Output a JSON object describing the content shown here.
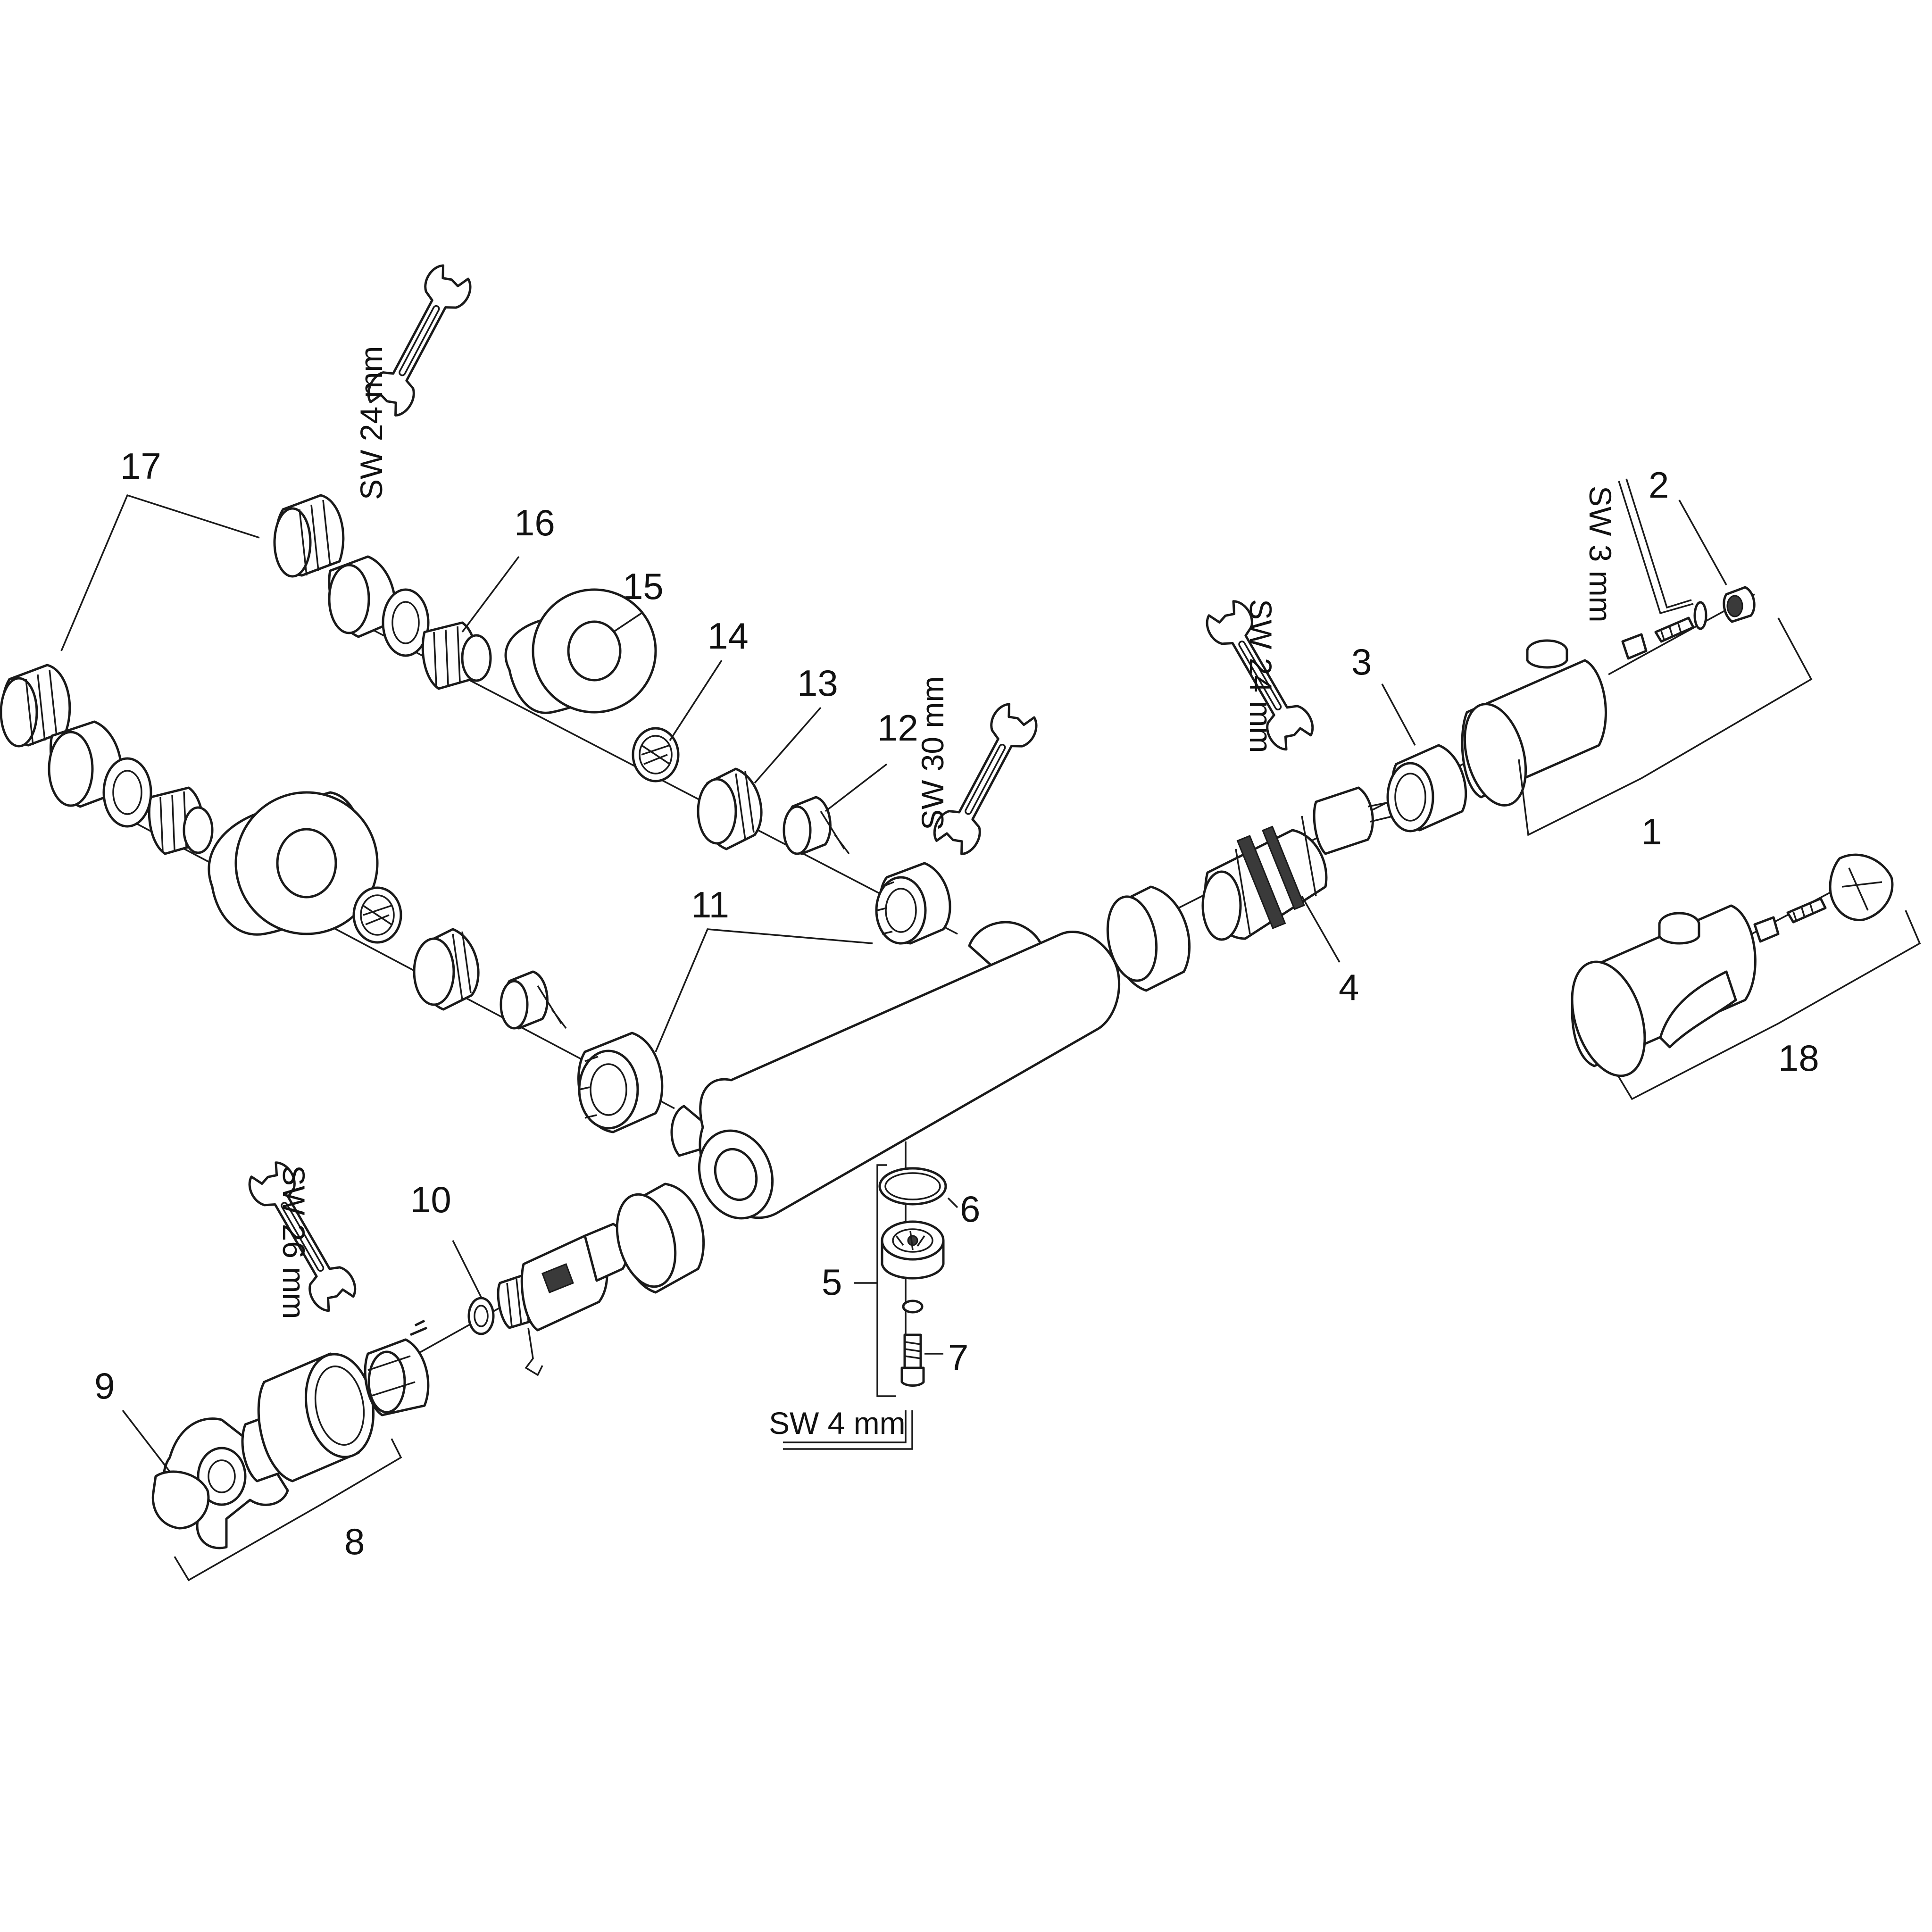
{
  "diagram": {
    "callouts": [
      {
        "id": "p1",
        "label": "1"
      },
      {
        "id": "p2",
        "label": "2"
      },
      {
        "id": "p3",
        "label": "3"
      },
      {
        "id": "p4",
        "label": "4"
      },
      {
        "id": "p5",
        "label": "5"
      },
      {
        "id": "p6",
        "label": "6"
      },
      {
        "id": "p7",
        "label": "7"
      },
      {
        "id": "p8",
        "label": "8"
      },
      {
        "id": "p9",
        "label": "9"
      },
      {
        "id": "p10",
        "label": "10"
      },
      {
        "id": "p11",
        "label": "11"
      },
      {
        "id": "p12",
        "label": "12"
      },
      {
        "id": "p13",
        "label": "13"
      },
      {
        "id": "p14",
        "label": "14"
      },
      {
        "id": "p15",
        "label": "15"
      },
      {
        "id": "p16",
        "label": "16"
      },
      {
        "id": "p17",
        "label": "17"
      },
      {
        "id": "p18",
        "label": "18"
      }
    ],
    "tools": [
      {
        "id": "wrench-top-left",
        "label": "SW 24 mm",
        "icon": "open-end-wrench-icon"
      },
      {
        "id": "wrench-middle",
        "label": "SW 30 mm",
        "icon": "open-end-wrench-icon"
      },
      {
        "id": "wrench-right",
        "label": "SW 24 mm",
        "icon": "open-end-wrench-icon"
      },
      {
        "id": "wrench-bottom-left",
        "label": "SW 26 mm",
        "icon": "open-end-wrench-icon"
      },
      {
        "id": "hex-key-top",
        "label": "SW 3 mm",
        "icon": "hex-key-icon"
      },
      {
        "id": "hex-key-bottom",
        "label": "SW 4 mm",
        "icon": "hex-key-icon"
      }
    ],
    "colors": {
      "line": "#1a1a1a",
      "background": "#ffffff"
    }
  }
}
